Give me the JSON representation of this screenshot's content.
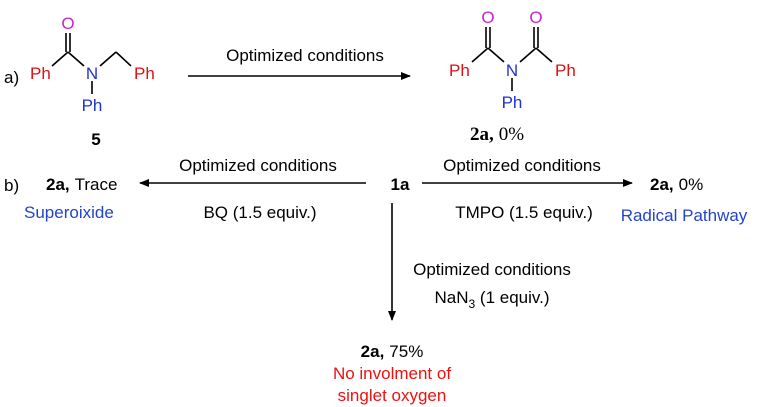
{
  "colors": {
    "text": "#000000",
    "atom_oxygen": "#cc22cc",
    "atom_nitrogen": "#2233cc",
    "phenyl": "#dd1111",
    "note_blue": "#2244cc",
    "note_red": "#ee1111"
  },
  "part_a": {
    "label": "a)",
    "reactant": {
      "ph1": "Ph",
      "o": "O",
      "n": "N",
      "ph_n": "Ph",
      "ph_benzyl": "Ph",
      "compound_number": "5"
    },
    "arrow_label": "Optimized conditions",
    "product": {
      "ph1": "Ph",
      "o1": "O",
      "n": "N",
      "o2": "O",
      "ph2": "Ph",
      "ph_n": "Ph",
      "compound": "2a,",
      "yield": "0%"
    }
  },
  "part_b": {
    "label": "b)",
    "center": "1a",
    "left": {
      "condition": "Optimized conditions",
      "reagent": "BQ (1.5 equiv.)",
      "product": "2a,",
      "result": "Trace",
      "note": "Superoixide"
    },
    "right": {
      "condition": "Optimized conditions",
      "reagent": "TMPO (1.5 equiv.)",
      "product": "2a,",
      "result": "0%",
      "note": "Radical Pathway"
    },
    "down": {
      "condition": "Optimized conditions",
      "reagent_main": "NaN",
      "reagent_sub": "3",
      "reagent_tail": " (1 equiv.)",
      "product": "2a,",
      "result": "75%",
      "note_line1": "No involment of",
      "note_line2": "singlet oxygen"
    }
  }
}
